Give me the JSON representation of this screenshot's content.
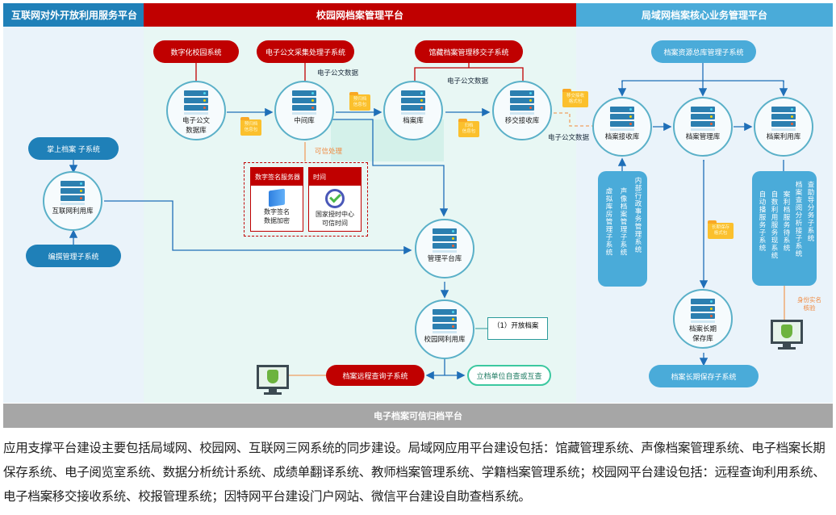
{
  "headers": {
    "internet": "互联网对外开放利用服务平台",
    "campus": "校园网档案管理平台",
    "lan": "局域网档案核心业务管理平台"
  },
  "colors": {
    "internet_header": "#1f80b8",
    "campus_header": "#c00000",
    "lan_header": "#4aabd9",
    "footer_bar": "#a6a6a6"
  },
  "internet": {
    "mobile_system": "掌上档案  子系统",
    "internet_db": "互联网利用库",
    "editing_system": "编撰管理子系统"
  },
  "campus": {
    "digital_campus": "数字化校园系统",
    "doc_collect_system": "电子公文采集处理子系统",
    "archive_transfer_system": "馆藏档案管理移交子系统",
    "doc_data_label_1": "电子公文数据",
    "doc_data_label_2": "电子公文数据",
    "doc_data_label_3": "电子公文数据",
    "doc_db": "电子公文\n数据库",
    "middle_db": "中间库",
    "archive_db": "档案库",
    "transfer_db": "移交接收库",
    "mgmt_platform_db": "管理平台库",
    "campus_use_db": "校园网利用库",
    "trusted_processing": "可信处理",
    "folder_pre_archive_1": "预归档\n信息包",
    "folder_pre_archive_2": "预归档\n信息包",
    "folder_archive": "归档\n信息包",
    "folder_transfer": "移交接收\n格式包",
    "sig_server_title": "数字签名服务器",
    "sig_server_desc": "数字签名\n数据加密",
    "time_title": "时间",
    "time_desc": "国家授时中心\n可信时间",
    "open_archive_note": "（1）开放档案",
    "remote_query_system": "档案远程查询子系统",
    "unit_query": "立档单位自查或互查"
  },
  "lan": {
    "resource_system": "档案资源总库管理子系统",
    "receive_db": "档案接收库",
    "manage_db": "档案管理库",
    "use_db": "档案利用库",
    "longterm_db": "档案长期\n保存库",
    "longterm_system": "档案长期保存子系统",
    "folder_longterm": "长期保存\n格式包",
    "identity_check": "身份实名\n核验",
    "left_box_columns": [
      "虚拟库房管理子系统",
      "声像档案管理子系统",
      "内部行政事务管理系统"
    ],
    "right_box_columns": [
      "自动播服务子系统",
      "自数利用服务现系统",
      "案利档服务待系统",
      "档案查阅分析接子系统",
      "查助导分务子系统"
    ]
  },
  "footer_bar": "电子档案可信归档平台",
  "description": "应用支撑平台建设主要包括局域网、校园网、互联网三网系统的同步建设。局域网应用平台建设包括：馆藏管理系统、声像档案管理系统、电子档案长期保存系统、电子阅览室系统、数据分析统计系统、成绩单翻译系统、教师档案管理系统、学籍档案管理系统；校园网平台建设包括：远程查询利用系统、电子档案移交接收系统、校报管理系统；因特网平台建设门户网站、微信平台建设自助查档系统。"
}
